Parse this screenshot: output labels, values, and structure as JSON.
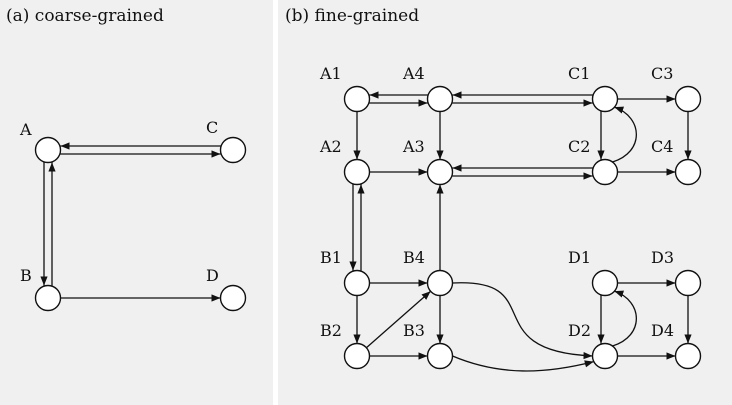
{
  "colors": {
    "panel_bg": "#f0f0f0",
    "page_bg": "#ffffff",
    "ink": "#111111"
  },
  "panels": {
    "left": {
      "title": "(a) coarse-grained"
    },
    "right": {
      "title": "(b) fine-grained"
    }
  },
  "coarse": {
    "nodes": {
      "A": {
        "label": "A"
      },
      "B": {
        "label": "B"
      },
      "C": {
        "label": "C"
      },
      "D": {
        "label": "D"
      }
    },
    "edges": [
      [
        "A",
        "C"
      ],
      [
        "C",
        "A"
      ],
      [
        "A",
        "B"
      ],
      [
        "B",
        "A"
      ],
      [
        "B",
        "D"
      ]
    ]
  },
  "fine": {
    "nodes": {
      "A1": {
        "label": "A1"
      },
      "A4": {
        "label": "A4"
      },
      "A2": {
        "label": "A2"
      },
      "A3": {
        "label": "A3"
      },
      "C1": {
        "label": "C1"
      },
      "C3": {
        "label": "C3"
      },
      "C2": {
        "label": "C2"
      },
      "C4": {
        "label": "C4"
      },
      "B1": {
        "label": "B1"
      },
      "B4": {
        "label": "B4"
      },
      "B2": {
        "label": "B2"
      },
      "B3": {
        "label": "B3"
      },
      "D1": {
        "label": "D1"
      },
      "D3": {
        "label": "D3"
      },
      "D2": {
        "label": "D2"
      },
      "D4": {
        "label": "D4"
      }
    },
    "edges": [
      [
        "A1",
        "A4"
      ],
      [
        "A4",
        "A1"
      ],
      [
        "A4",
        "C1"
      ],
      [
        "C1",
        "A4"
      ],
      [
        "C1",
        "C3"
      ],
      [
        "A1",
        "A2"
      ],
      [
        "A4",
        "A3"
      ],
      [
        "C1",
        "C2"
      ],
      [
        "C3",
        "C4"
      ],
      [
        "C2",
        "C1"
      ],
      [
        "A2",
        "A3"
      ],
      [
        "A3",
        "C2"
      ],
      [
        "C2",
        "A3"
      ],
      [
        "C2",
        "C4"
      ],
      [
        "A2",
        "B1"
      ],
      [
        "B1",
        "A2"
      ],
      [
        "B4",
        "A3"
      ],
      [
        "B1",
        "B4"
      ],
      [
        "B1",
        "B2"
      ],
      [
        "B4",
        "B3"
      ],
      [
        "B2",
        "B4"
      ],
      [
        "B2",
        "B3"
      ],
      [
        "B4",
        "D2"
      ],
      [
        "B3",
        "D2"
      ],
      [
        "D1",
        "D3"
      ],
      [
        "D1",
        "D2"
      ],
      [
        "D3",
        "D4"
      ],
      [
        "D2",
        "D4"
      ],
      [
        "D2",
        "D1"
      ]
    ]
  }
}
